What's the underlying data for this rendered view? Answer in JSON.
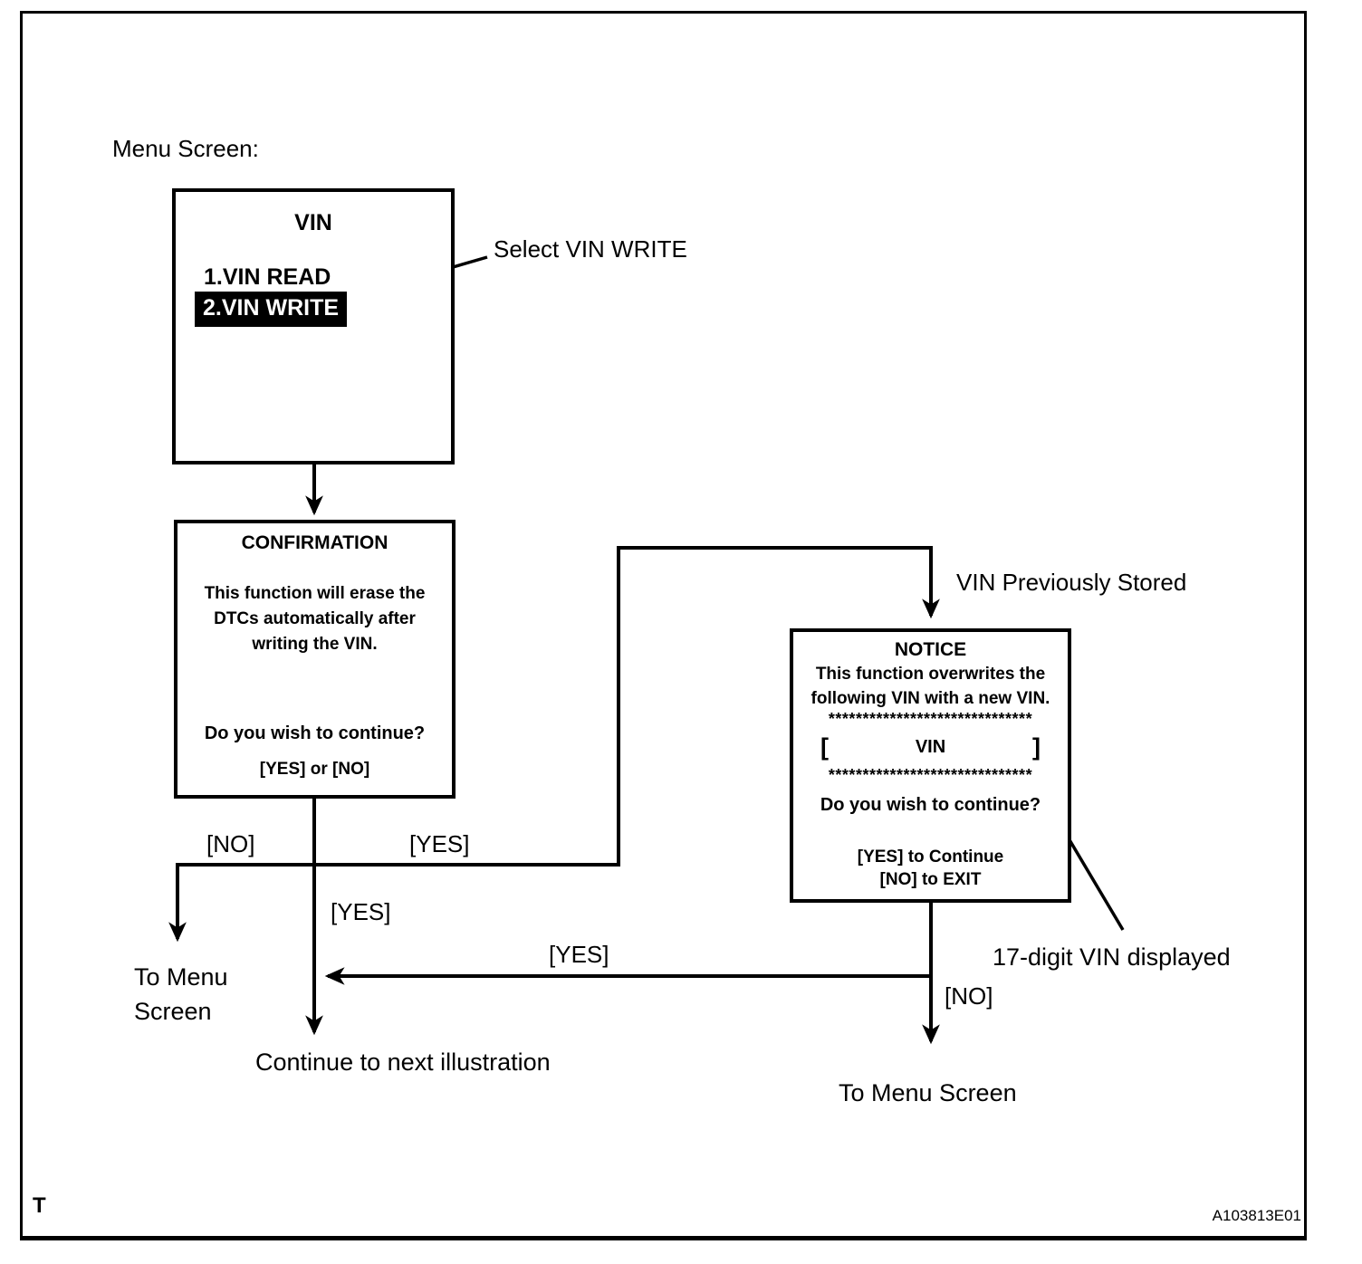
{
  "page": {
    "corner_mark": "T",
    "figure_id": "A103813E01"
  },
  "labels": {
    "menu_screen": "Menu Screen:",
    "select_vin_write": "Select VIN WRITE",
    "vin_previously_stored": "VIN Previously Stored",
    "no_left": "[NO]",
    "yes_branch": "[YES]",
    "yes_middle": "[YES]",
    "yes_from_notice": "[YES]",
    "no_from_notice": "[NO]",
    "to_menu_screen_left": "To Menu\nScreen",
    "to_menu_screen_right": "To Menu Screen",
    "continue_next": "Continue to next illustration",
    "seventeen_digit_vin": "17-digit VIN displayed"
  },
  "vin_menu_box": {
    "title": "VIN",
    "item_read": "1.VIN READ",
    "item_write": "2.VIN WRITE"
  },
  "confirmation_box": {
    "title": "CONFIRMATION",
    "body": "This function will erase the\nDTCs automatically after\nwriting the VIN.",
    "question": "Do you wish to continue?",
    "options": "[YES] or [NO]"
  },
  "notice_box": {
    "title": "NOTICE",
    "body": "This function overwrites the\nfollowing VIN with a new VIN.",
    "asterisks": "******************************",
    "bracket_open": "[",
    "vin_label": "VIN",
    "bracket_close": "]",
    "question": "Do you wish to continue?",
    "yes_line": "[YES] to Continue",
    "no_line": "[NO] to EXIT"
  },
  "colors": {
    "ink": "#000000",
    "paper": "#ffffff",
    "highlight_bg": "#000000",
    "highlight_text": "#ffffff"
  }
}
